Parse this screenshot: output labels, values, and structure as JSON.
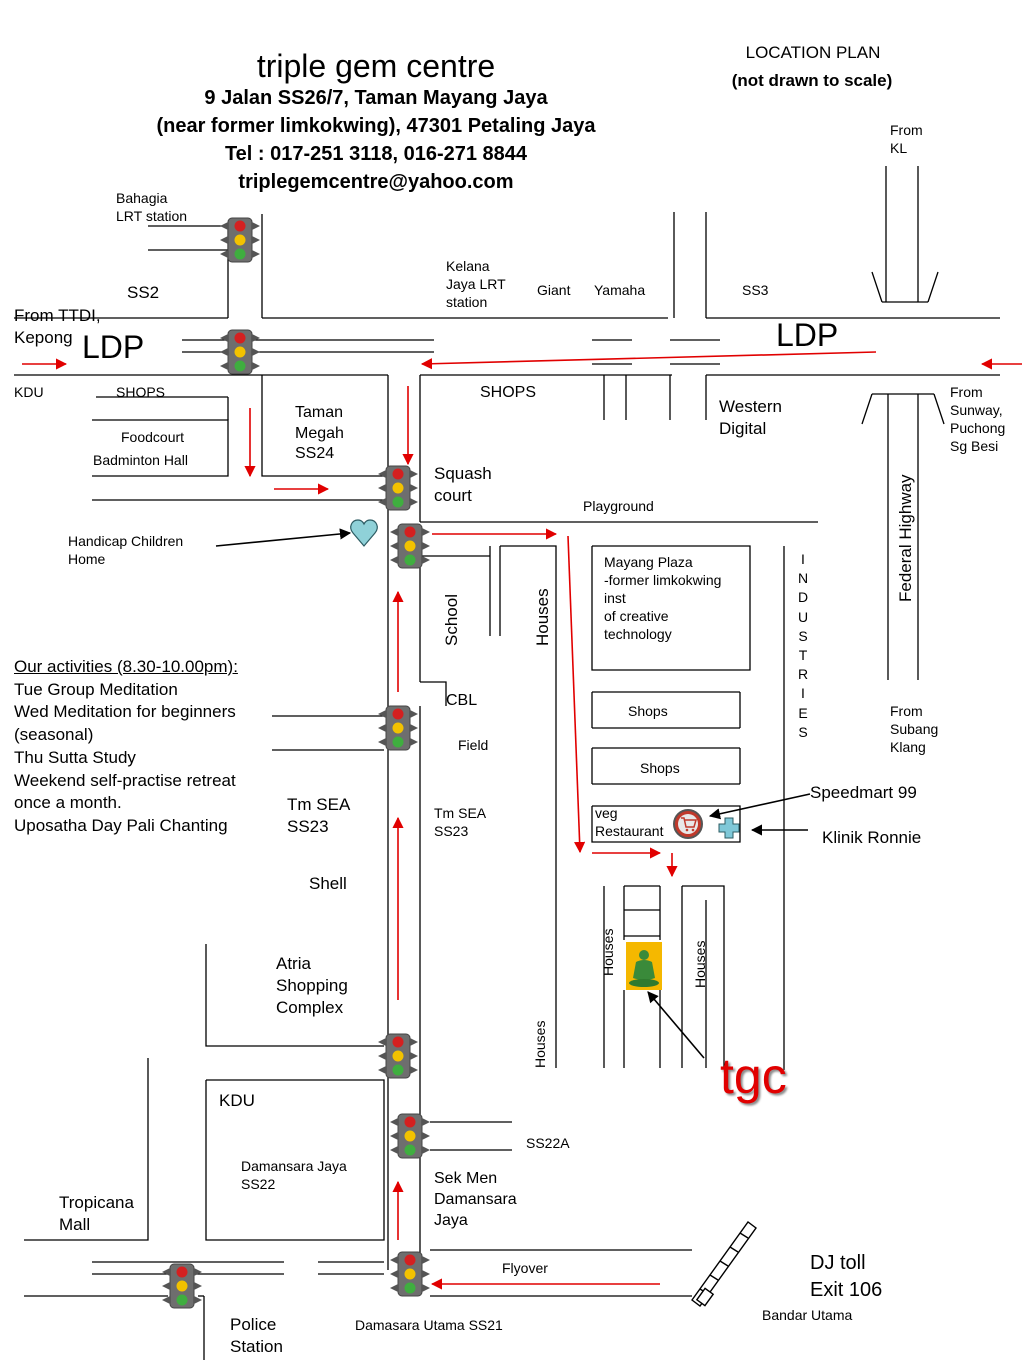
{
  "header": {
    "title": "triple gem centre",
    "address1": "9 Jalan SS26/7, Taman Mayang Jaya",
    "address2": "(near former limkokwing), 47301 Petaling Jaya",
    "phone": "Tel : 017-251 3118,  016-271 8844",
    "email": "triplegemcentre@yahoo.com"
  },
  "plan": {
    "heading": "LOCATION PLAN",
    "note": "(not drawn to scale)"
  },
  "labels": {
    "from_kl": "From\nKL",
    "bahagia": "Bahagia\nLRT station",
    "ss2": "SS2",
    "from_ttdi": "From TTDI,\nKepong",
    "ldp_left": "LDP",
    "ldp_right": "LDP",
    "kelana": "Kelana\nJaya LRT\nstation",
    "giant": "Giant",
    "yamaha": "Yamaha",
    "ss3": "SS3",
    "kdu_top": "KDU",
    "shops_left": "SHOPS",
    "shops_mid": "SHOPS",
    "western_digital": "Western\nDigital",
    "from_sunway": "From\nSunway,\nPuchong\nSg Besi",
    "foodcourt": "Foodcourt",
    "badminton": "Badminton Hall",
    "taman_megah": "Taman\nMegah\nSS24",
    "squash": "Squash\ncourt",
    "playground": "Playground",
    "federal_highway": "Federal Highway",
    "handicap": "Handicap Children\nHome",
    "school": "School",
    "houses_1": "Houses",
    "mayang_plaza": "Mayang Plaza\n-former limkokwing\ninst\nof creative\ntechnology",
    "industries": "INDUSTRIES",
    "cbl": "CBL",
    "field": "Field",
    "shops_box1": "Shops",
    "shops_box2": "Shops",
    "from_subang": "From\nSubang\nKlang",
    "speedmart": "Speedmart 99",
    "veg_restaurant": "veg\nRestaurant",
    "klinik": "Klinik Ronnie",
    "tm_sea_left": "Tm SEA\nSS23",
    "tm_sea_mid": "Tm SEA\nSS23",
    "shell": "Shell",
    "houses_2": "Houses",
    "houses_3": "Houses",
    "houses_4": "Houses",
    "atria": "Atria\nShopping\nComplex",
    "tgc": "tgc",
    "kdu_bottom": "KDU",
    "ss22a": "SS22A",
    "damansara_jaya": "Damansara Jaya\nSS22",
    "sek_men": "Sek Men\nDamansara\nJaya",
    "tropicana": "Tropicana\nMall",
    "dj_toll": "DJ toll\nExit 106",
    "flyover": "Flyover",
    "bandar_utama": "Bandar Utama",
    "police": "Police\nStation",
    "damasara_utama": "Damasara Utama SS21"
  },
  "activities": {
    "heading": "Our activities (8.30-10.00pm):",
    "items": [
      "Tue Group Meditation",
      "Wed Meditation for beginners",
      "(seasonal)",
      "Thu Sutta Study",
      "Weekend self-practise retreat",
      "once a month.",
      "Uposatha Day Pali Chanting"
    ]
  },
  "icons": {
    "traffic_light": "traffic-light-icon",
    "heart": "heart-icon",
    "buddha": "buddha-icon",
    "shopping_cart": "shopping-cart-icon",
    "clinic_cross": "medical-cross-icon",
    "toll_gate": "toll-gate-icon"
  },
  "colors": {
    "route": "#e10000",
    "tgc": "#e10000",
    "buddha_bg": "#f5b800",
    "heart": "#8fd1d8",
    "clinic": "#7fc8d8"
  }
}
